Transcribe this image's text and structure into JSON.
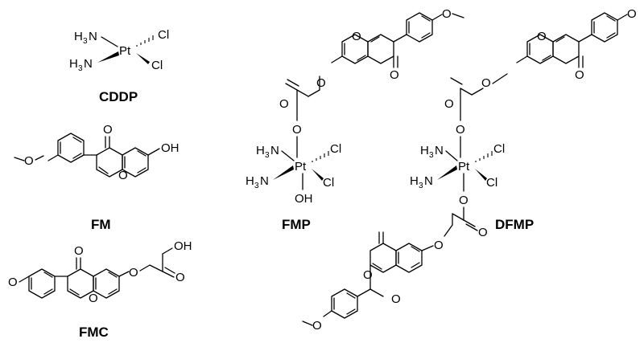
{
  "molecules": {
    "cddp": {
      "label": "CDDP",
      "a_h3n": "H",
      "a_h3n_sub": "3",
      "a_n": "N",
      "a_pt": "Pt",
      "a_cl1": "Cl",
      "a_cl2": "Cl"
    },
    "fm": {
      "label": "FM",
      "a_oh": "OH",
      "a_ketone_o": "O",
      "a_ring_o": "O",
      "a_methoxy_o": "O"
    },
    "fmc": {
      "label": "FMC",
      "a_acid_oh": "OH",
      "a_acid_o": "O",
      "a_ether_o": "O",
      "a_ketone_o": "O",
      "a_ring_o": "O",
      "a_methoxy_o": "O"
    },
    "fmp": {
      "label": "FMP",
      "a_pt": "Pt",
      "a_cl": "Cl",
      "a_n": "N",
      "a_h3n_sub": "3",
      "a_oh": "OH",
      "a_o": "O"
    },
    "dfmp": {
      "label": "DFMP",
      "a_pt": "Pt",
      "a_cl": "Cl",
      "a_n": "N",
      "a_h3n_sub": "3",
      "a_o": "O"
    }
  },
  "colors": {
    "bond": "#000000",
    "text": "#000000",
    "background": "#ffffff"
  }
}
